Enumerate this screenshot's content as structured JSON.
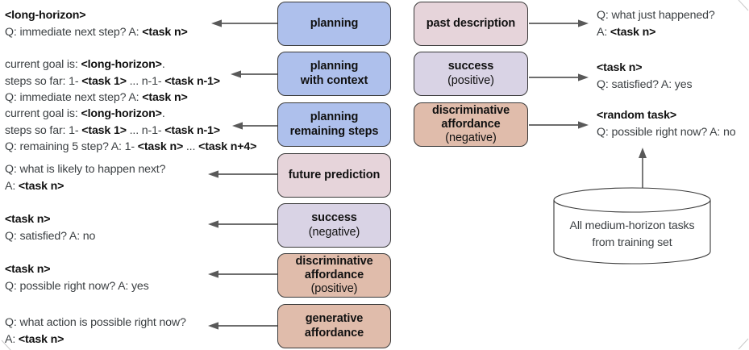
{
  "diagram": {
    "title": "Task question-answer type taxonomy diagram",
    "colors": {
      "blue": "#aec0ec",
      "pink": "#e6d4da",
      "lavender": "#d9d3e5",
      "salmon": "#e0bcab",
      "stroke": "#3a3a3a",
      "arrow": "#595959",
      "text_body": "#3c4043",
      "text_bold": "#111111"
    },
    "left_column": {
      "boxes": [
        {
          "title": "planning",
          "subtitle": "",
          "color": "blue"
        },
        {
          "title": "planning",
          "title2": "with context",
          "subtitle": "",
          "color": "blue"
        },
        {
          "title": "planning",
          "title2": "remaining steps",
          "subtitle": "",
          "color": "blue"
        },
        {
          "title": "future prediction",
          "subtitle": "",
          "color": "pink"
        },
        {
          "title": "success",
          "subtitle": "(negative)",
          "color": "lavender"
        },
        {
          "title": "discriminative",
          "title2": "affordance",
          "subtitle": "(positive)",
          "color": "salmon"
        },
        {
          "title": "generative",
          "title2": "affordance",
          "subtitle": "",
          "color": "salmon"
        }
      ],
      "notes": [
        {
          "lines": [
            [
              {
                "t": "<long-horizon>",
                "b": true
              }
            ],
            [
              {
                "t": "Q: immediate next step? A: ",
                "b": false
              },
              {
                "t": "<task n>",
                "b": true
              }
            ]
          ]
        },
        {
          "lines": [
            [
              {
                "t": "current goal is: ",
                "b": false
              },
              {
                "t": "<long-horizon>",
                "b": true
              },
              {
                "t": ".",
                "b": false
              }
            ],
            [
              {
                "t": "steps so far: 1- ",
                "b": false
              },
              {
                "t": "<task 1>",
                "b": true
              },
              {
                "t": " ... n-1- ",
                "b": false
              },
              {
                "t": "<task n-1>",
                "b": true
              }
            ],
            [
              {
                "t": "Q: immediate next step? A: ",
                "b": false
              },
              {
                "t": "<task n>",
                "b": true
              }
            ]
          ]
        },
        {
          "lines": [
            [
              {
                "t": "current goal is: ",
                "b": false
              },
              {
                "t": "<long-horizon>",
                "b": true
              },
              {
                "t": ".",
                "b": false
              }
            ],
            [
              {
                "t": "steps so far: 1- ",
                "b": false
              },
              {
                "t": "<task 1>",
                "b": true
              },
              {
                "t": " ... n-1- ",
                "b": false
              },
              {
                "t": "<task n-1>",
                "b": true
              }
            ],
            [
              {
                "t": "Q: remaining 5 step? A: 1- ",
                "b": false
              },
              {
                "t": "<task n>",
                "b": true
              },
              {
                "t": " ... ",
                "b": false
              },
              {
                "t": "<task n+4>",
                "b": true
              }
            ]
          ]
        },
        {
          "lines": [
            [
              {
                "t": "Q: what is likely to happen next?",
                "b": false
              }
            ],
            [
              {
                "t": "A: ",
                "b": false
              },
              {
                "t": "<task n>",
                "b": true
              }
            ]
          ]
        },
        {
          "lines": [
            [
              {
                "t": "<task n>",
                "b": true
              }
            ],
            [
              {
                "t": "Q: satisfied? A: no",
                "b": false
              }
            ]
          ]
        },
        {
          "lines": [
            [
              {
                "t": "<task n>",
                "b": true
              }
            ],
            [
              {
                "t": "Q: possible right now? A: yes",
                "b": false
              }
            ]
          ]
        },
        {
          "lines": [
            [
              {
                "t": "Q: what action is possible right now?",
                "b": false
              }
            ],
            [
              {
                "t": "A: ",
                "b": false
              },
              {
                "t": "<task n>",
                "b": true
              }
            ]
          ]
        }
      ]
    },
    "right_column": {
      "boxes": [
        {
          "title": "past description",
          "subtitle": "",
          "color": "pink"
        },
        {
          "title": "success",
          "subtitle": "(positive)",
          "color": "lavender"
        },
        {
          "title": "discriminative",
          "title2": "affordance",
          "subtitle": "(negative)",
          "color": "salmon"
        }
      ],
      "notes": [
        {
          "lines": [
            [
              {
                "t": "Q: what just happened?",
                "b": false
              }
            ],
            [
              {
                "t": "A: ",
                "b": false
              },
              {
                "t": "<task n>",
                "b": true
              }
            ]
          ]
        },
        {
          "lines": [
            [
              {
                "t": "<task n>",
                "b": true
              }
            ],
            [
              {
                "t": "Q: satisfied? A: yes",
                "b": false
              }
            ]
          ]
        },
        {
          "lines": [
            [
              {
                "t": "<random task>",
                "b": true
              }
            ],
            [
              {
                "t": "Q: possible right now? A: no",
                "b": false
              }
            ]
          ]
        }
      ]
    },
    "database": {
      "label_line1": "All medium-horizon tasks",
      "label_line2": "from training set"
    }
  }
}
